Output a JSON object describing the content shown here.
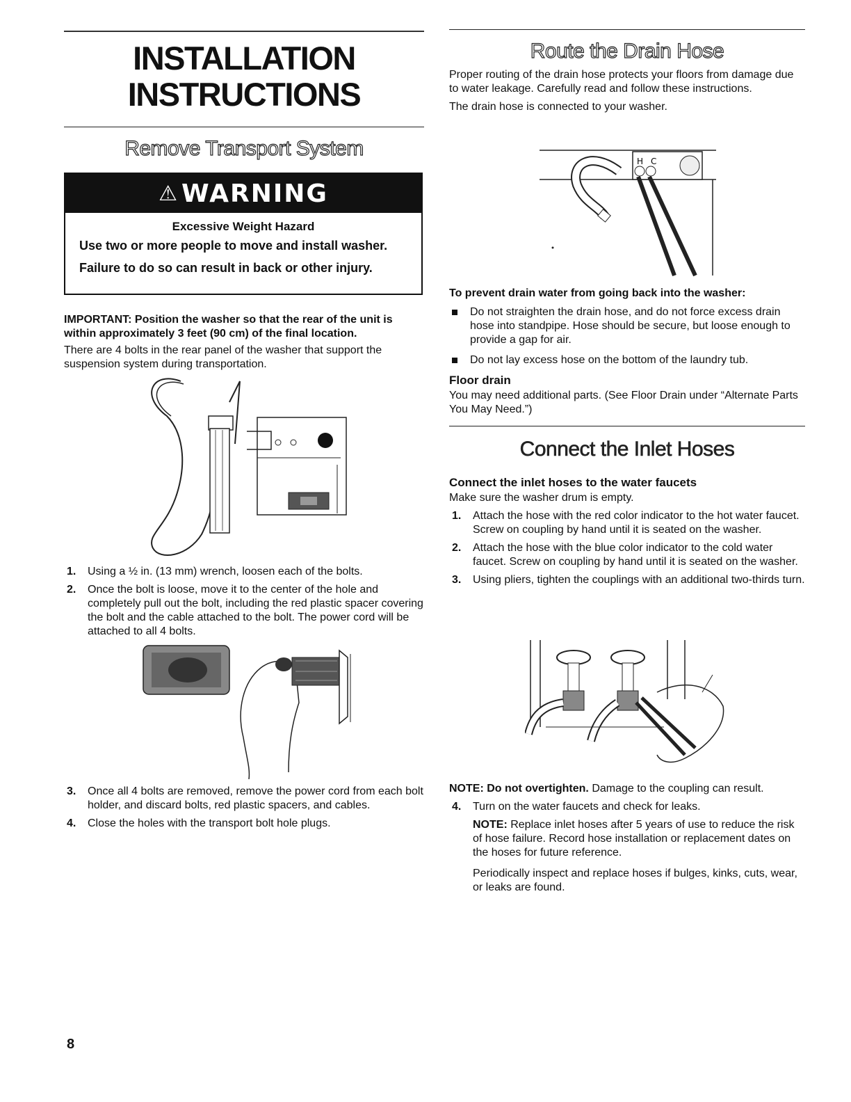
{
  "title": {
    "line1": "INSTALLATION",
    "line2": "INSTRUCTIONS"
  },
  "remove": {
    "heading": "Remove Transport System",
    "warning": {
      "label": "WARNING",
      "hazard": "Excessive Weight Hazard",
      "line1": "Use two or more people to move and install washer.",
      "line2": "Failure to do so can result in back or other injury."
    },
    "important": "IMPORTANT: Position the washer so that the rear of the unit is within approximately 3 feet (90 cm) of the final location.",
    "intro": "There are 4 bolts in the rear panel of the washer that support the suspension system during transportation.",
    "steps": [
      {
        "num": "1.",
        "text": "Using a ½ in. (13 mm) wrench, loosen each of the bolts."
      },
      {
        "num": "2.",
        "text": "Once the bolt is loose, move it to the center of the hole and completely pull out the bolt, including the red plastic spacer covering the bolt and the cable attached to the bolt. The power cord will be attached to all 4 bolts."
      },
      {
        "num": "3.",
        "text": "Once all 4 bolts are removed, remove the power cord from each bolt holder, and discard bolts, red plastic spacers, and cables."
      },
      {
        "num": "4.",
        "text": "Close the holes with the transport bolt hole plugs."
      }
    ]
  },
  "drain": {
    "heading": "Route the Drain Hose",
    "intro": "Proper routing of the drain hose protects your floors from damage due to water leakage. Carefully read and follow these instructions.",
    "connected": "The drain hose is connected to your washer.",
    "prevent": "To prevent drain water from going back into the washer:",
    "bullets": [
      "Do not straighten the drain hose, and do not force excess drain hose into standpipe. Hose should be secure, but loose enough to provide a gap for air.",
      "Do not lay excess hose on the bottom of the laundry tub."
    ],
    "floor_title": "Floor drain",
    "floor_text": "You may need additional parts. (See Floor Drain under “Alternate Parts You May Need.”)",
    "panel_labels": {
      "hot": "H",
      "cold": "C"
    }
  },
  "inlet": {
    "heading": "Connect the Inlet Hoses",
    "subheading": "Connect the inlet hoses to the water faucets",
    "intro": "Make sure the washer drum is empty.",
    "steps": [
      {
        "num": "1.",
        "text": "Attach the hose with the red color indicator to the hot water faucet. Screw on coupling by hand until it is seated on the washer."
      },
      {
        "num": "2.",
        "text": "Attach the hose with the blue color indicator to the cold water faucet. Screw on coupling by hand until it is seated on the washer."
      },
      {
        "num": "3.",
        "text": "Using pliers, tighten the couplings with an additional two-thirds turn."
      }
    ],
    "note_label": "NOTE: Do not overtighten.",
    "note_text": " Damage to the coupling can result.",
    "step4": {
      "num": "4.",
      "text": "Turn on the water faucets and check for leaks."
    },
    "note2_label": "NOTE:",
    "note2_text": " Replace inlet hoses after 5 years of use to reduce the risk of hose failure. Record hose installation or replacement dates on the hoses for future reference.",
    "periodic": "Periodically inspect and replace hoses if bulges, kinks, cuts, wear, or leaks are found."
  },
  "page_number": "8"
}
